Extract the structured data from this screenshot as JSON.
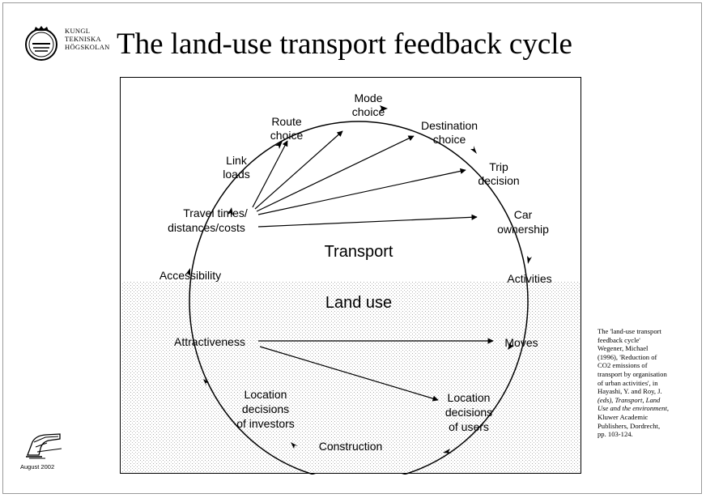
{
  "slide": {
    "title": "The land-use transport feedback cycle",
    "institution": [
      "KUNGL",
      "TEKNISKA",
      "HÖGSKOLAN"
    ],
    "footer_date": "August 2002"
  },
  "diagram": {
    "section_transport": "Transport",
    "section_landuse": "Land use",
    "nodes": {
      "mode_choice": [
        "Mode",
        "choice"
      ],
      "route_choice": [
        "Route",
        "choice"
      ],
      "destination_choice": [
        "Destination",
        "choice"
      ],
      "link_loads": [
        "Link",
        "loads"
      ],
      "trip_decision": [
        "Trip",
        "decision"
      ],
      "travel_times": [
        "Travel times/",
        "distances/costs"
      ],
      "car_ownership": [
        "Car",
        "ownership"
      ],
      "accessibility": [
        "Accessibility"
      ],
      "activities": [
        "Activities"
      ],
      "attractiveness": [
        "Attractiveness"
      ],
      "moves": [
        "Moves"
      ],
      "location_investors": [
        "Location",
        "decisions",
        "of investors"
      ],
      "location_users": [
        "Location",
        "decisions",
        "of users"
      ],
      "construction": [
        "Construction"
      ]
    }
  },
  "citation": [
    "The 'land-use transport",
    "feedback cycle'",
    "Wegener, Michael",
    "(1996), 'Reduction of",
    "CO2 emissions of",
    "transport by organisation",
    "of urban activities', in",
    "Hayashi, Y. and Roy, J.",
    "(eds), Transport, Land",
    "Use and the environment,",
    "Kluwer Academic",
    "Publishers, Dordrecht,",
    "pp. 103-124."
  ]
}
